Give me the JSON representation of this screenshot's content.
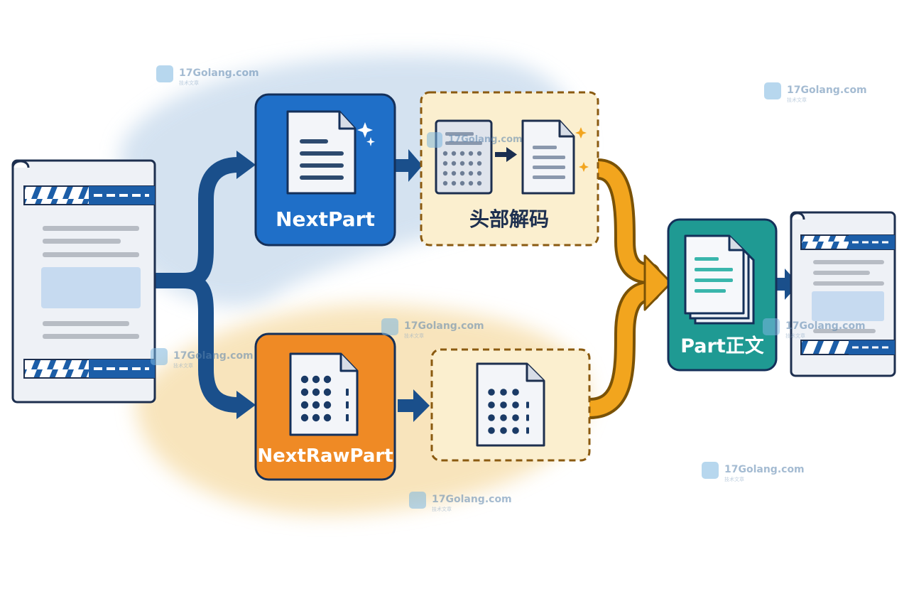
{
  "nodes": {
    "next_part": {
      "label": "NextPart"
    },
    "header_decode": {
      "label": "头部解码"
    },
    "next_raw_part": {
      "label": "NextRawPart"
    },
    "part_body": {
      "label": "Part正文"
    }
  },
  "watermark": {
    "text": "17Golang.com",
    "subtext": "技术文章"
  },
  "colors": {
    "blue": "#1f6fc8",
    "navy": "#1a4f8b",
    "orange": "#ef8a25",
    "teal": "#1f9a93",
    "amber": "#f2a51e",
    "outline": "#1d2f4f"
  }
}
